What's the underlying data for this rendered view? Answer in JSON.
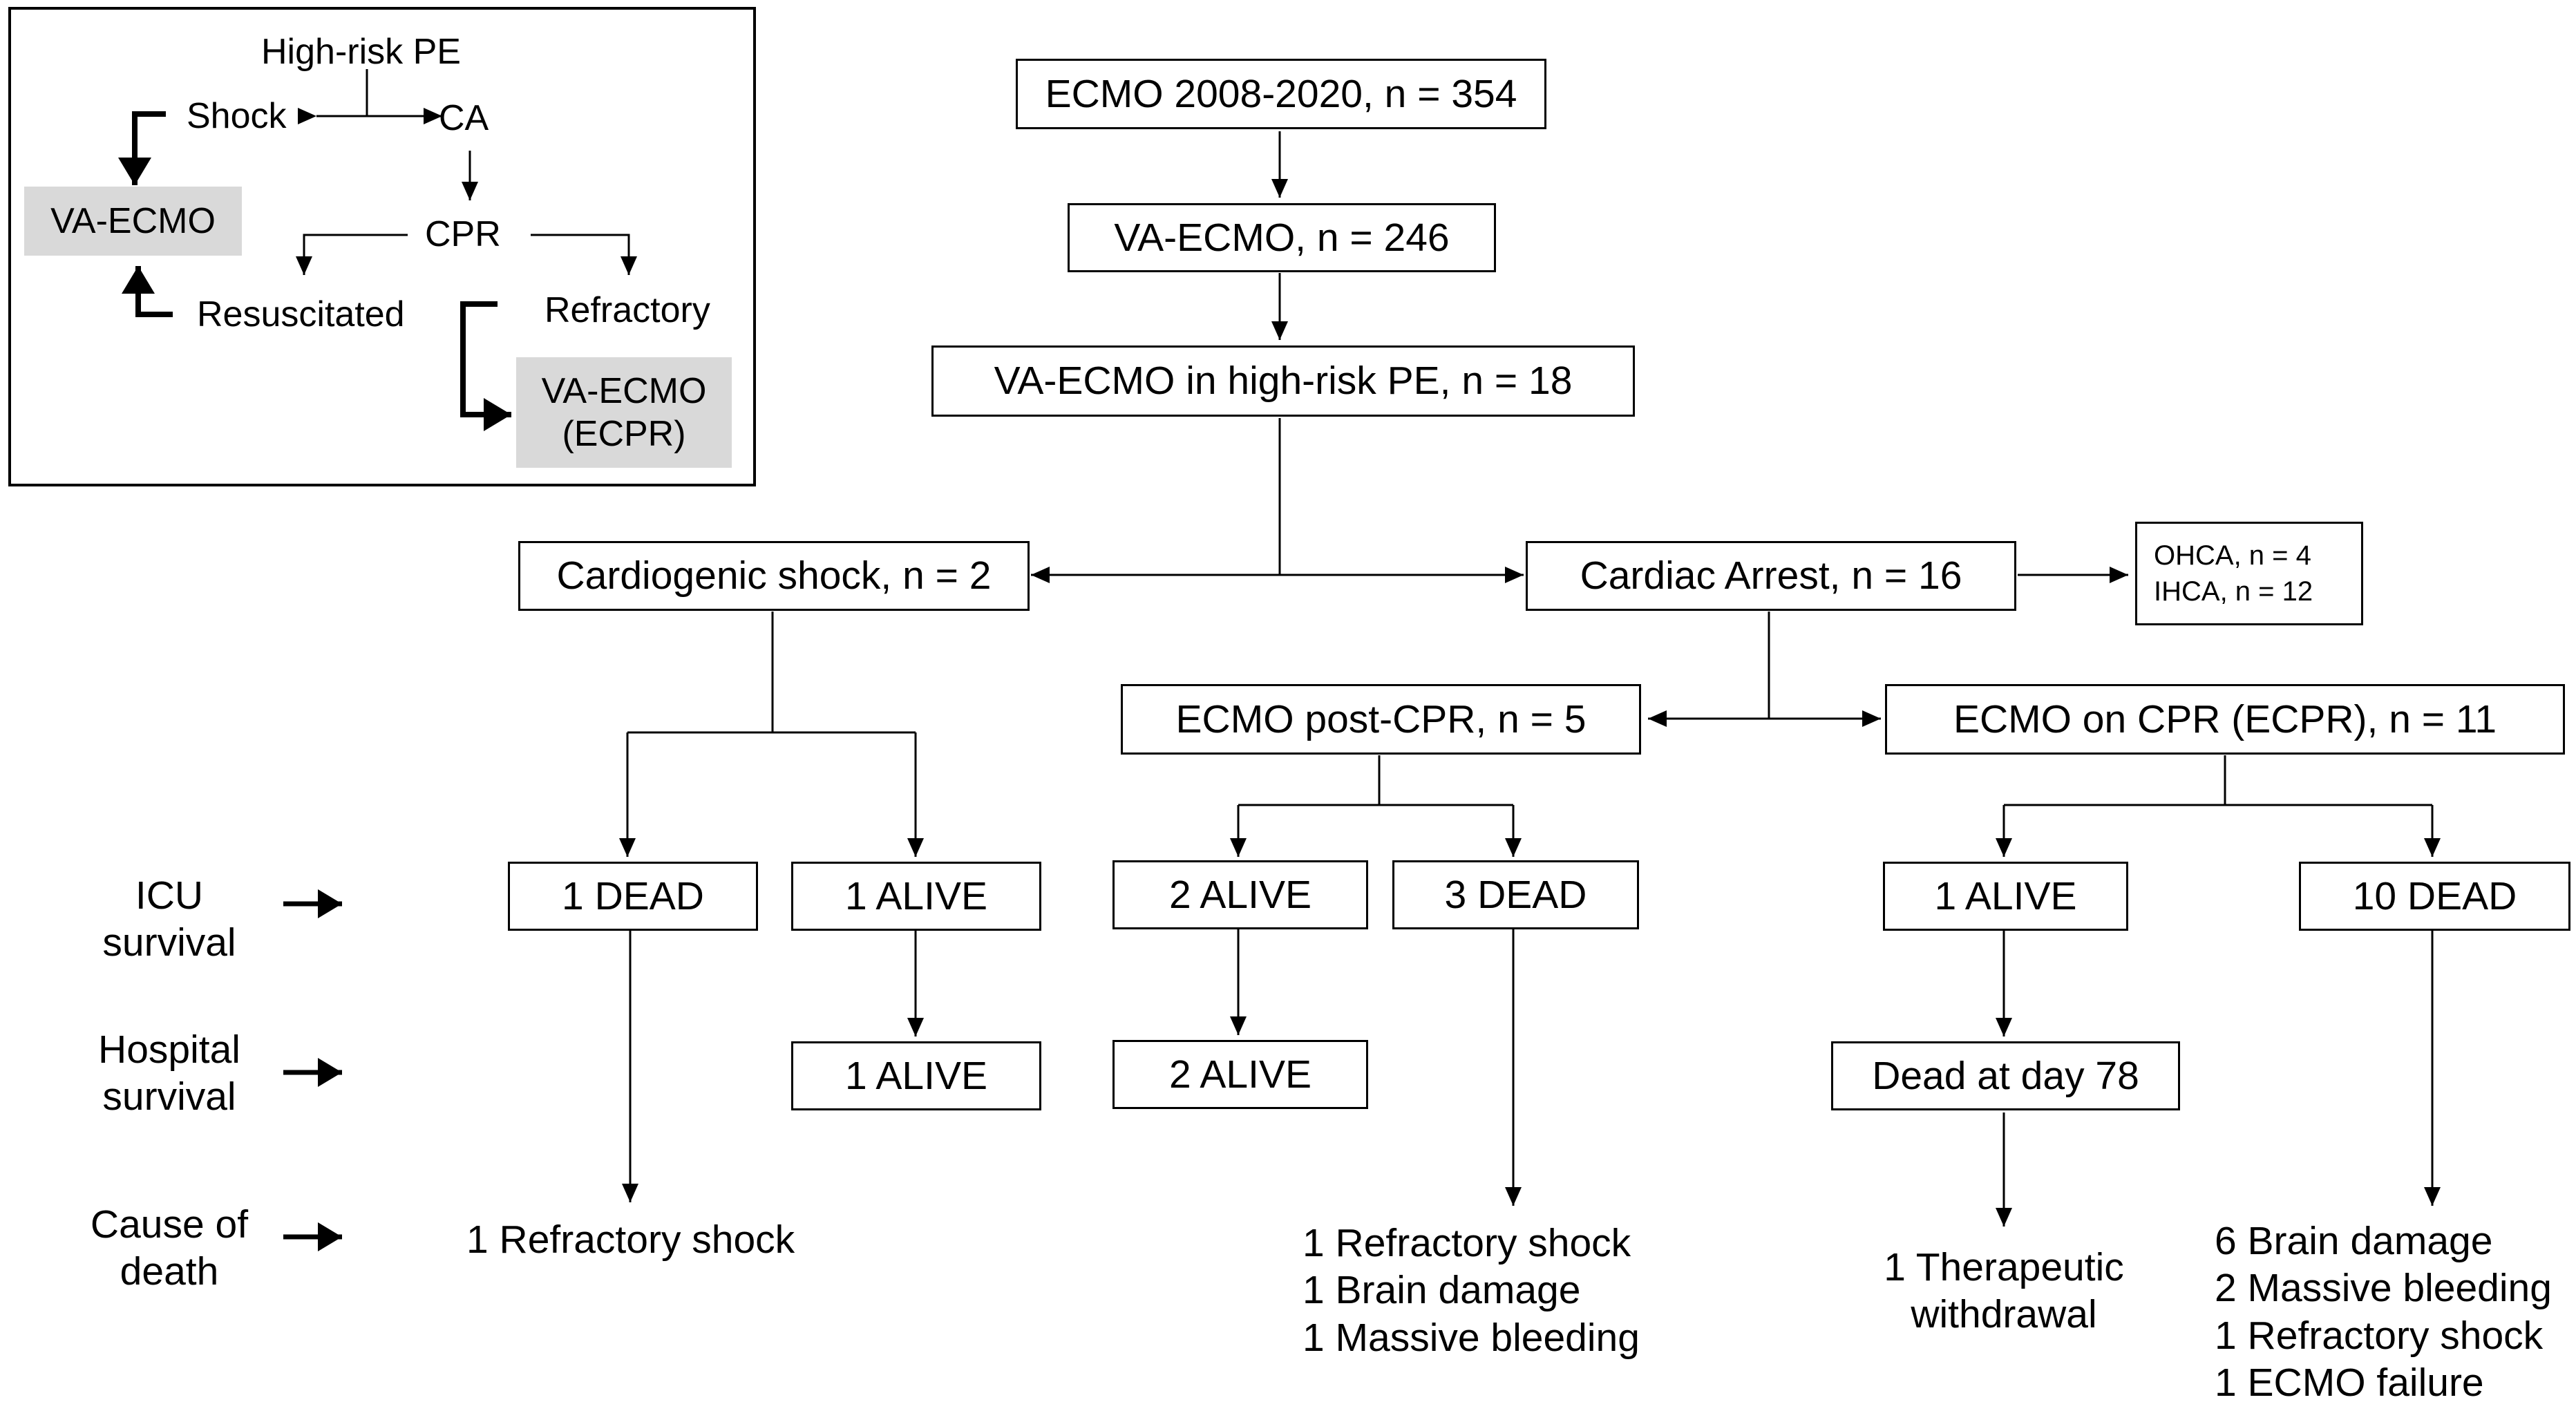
{
  "inset": {
    "root": "High-risk PE",
    "shock": "Shock",
    "ca": "CA",
    "va_ecmo": "VA-ECMO",
    "cpr": "CPR",
    "resuscitated": "Resuscitated",
    "refractory": "Refractory",
    "va_ecmo_ecpr": "VA-ECMO\n(ECPR)"
  },
  "flow": {
    "ecmo_total": "ECMO 2008-2020, n = 354",
    "va_ecmo": "VA-ECMO, n = 246",
    "va_ecmo_pe": "VA-ECMO in high-risk PE, n = 18",
    "cardiogenic_shock": "Cardiogenic shock, n = 2",
    "cardiac_arrest": "Cardiac Arrest, n = 16",
    "ohca": "OHCA, n = 4",
    "ihca": "IHCA, n = 12",
    "ecmo_post_cpr": "ECMO post-CPR, n = 5",
    "ecmo_on_cpr": "ECMO on CPR (ECPR), n = 11"
  },
  "rows": {
    "icu": "ICU\nsurvival",
    "hospital": "Hospital\nsurvival",
    "cause": "Cause of\ndeath"
  },
  "outcomes": {
    "shock_dead": "1 DEAD",
    "shock_alive": "1 ALIVE",
    "shock_alive_hosp": "1 ALIVE",
    "post_alive": "2 ALIVE",
    "post_dead": "3 DEAD",
    "post_alive_hosp": "2 ALIVE",
    "ecpr_alive": "1 ALIVE",
    "ecpr_dead": "10 DEAD",
    "ecpr_dead_day": "Dead at day 78"
  },
  "causes": {
    "shock": "1 Refractory shock",
    "post": "1 Refractory shock\n1 Brain damage\n1 Massive bleeding",
    "ecpr_alive": "1 Therapeutic\nwithdrawal",
    "ecpr_dead": "6 Brain damage\n2 Massive bleeding\n1 Refractory shock\n1 ECMO failure"
  },
  "colors": {
    "line": "#000000",
    "highlight": "#d9d9d9"
  }
}
